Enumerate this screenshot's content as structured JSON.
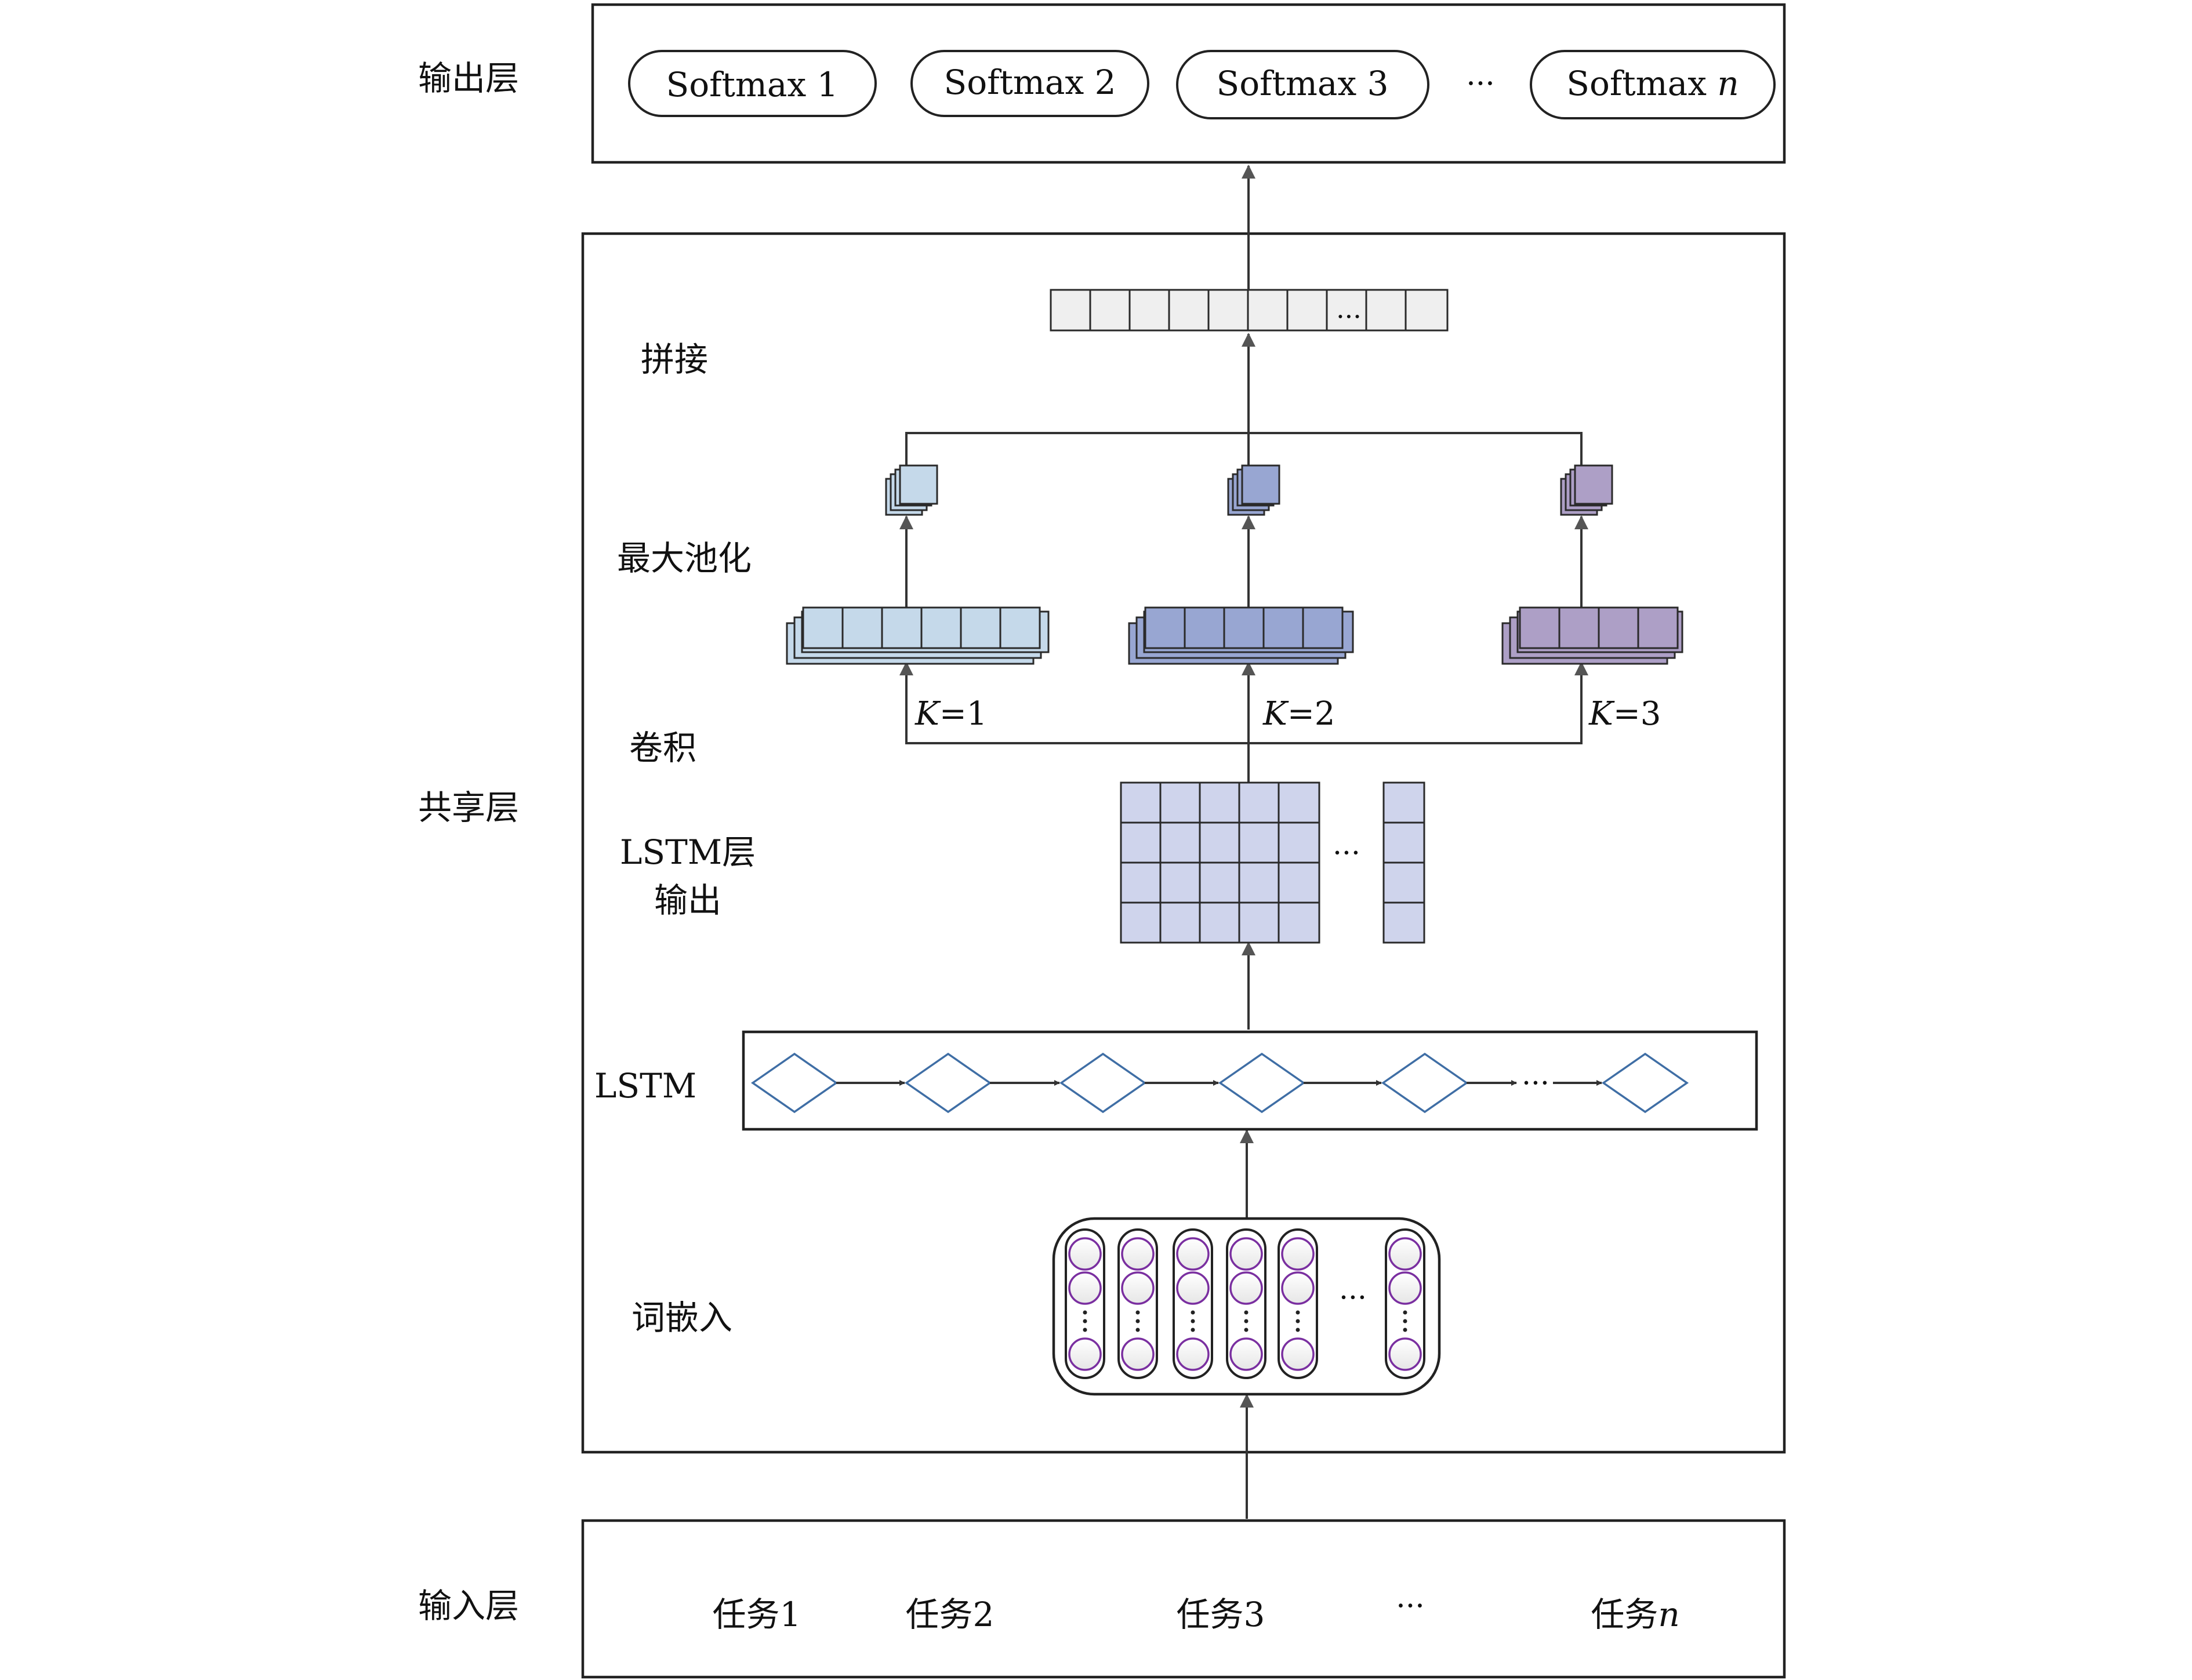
{
  "side_labels": {
    "output_layer": "输出层",
    "shared_layer": "共享层",
    "input_layer": "输入层"
  },
  "inner_labels": {
    "concat": "拼接",
    "max_pool": "最大池化",
    "conv": "卷积",
    "lstm_output_line1": "LSTM层",
    "lstm_output_line2": "输出",
    "lstm": "LSTM",
    "embedding": "词嵌入"
  },
  "softmax_nodes": [
    {
      "text": "Softmax 1",
      "italic_suffix": ""
    },
    {
      "text": "Softmax 2",
      "italic_suffix": ""
    },
    {
      "text": "Softmax 3",
      "italic_suffix": ""
    },
    {
      "text": "Softmax ",
      "italic_suffix": "n"
    }
  ],
  "softmax_ellipsis": "···",
  "tasks": [
    {
      "text": "任务1",
      "italic_suffix": ""
    },
    {
      "text": "任务2",
      "italic_suffix": ""
    },
    {
      "text": "任务3",
      "italic_suffix": ""
    },
    {
      "text": "任务",
      "italic_suffix": "n"
    }
  ],
  "task_ellipsis": "···",
  "kernel_labels": [
    {
      "var": "K",
      "value": "=1"
    },
    {
      "var": "K",
      "value": "=2"
    },
    {
      "var": "K",
      "value": "=3"
    }
  ],
  "concat_ellipsis": "···",
  "lstm_matrix_ellipsis": "···",
  "lstm_chain_ellipsis": "···",
  "embedding_ellipsis": "···",
  "colors": {
    "branch_1": "#c5d9ea",
    "branch_2": "#98a6d2",
    "branch_3": "#ad9fc6",
    "lstm_matrix": "#cfd4ec",
    "diamond_stroke": "#3f6ea5",
    "embedding_circle": "#7a2fa0",
    "concat_cell": "#efefef"
  }
}
